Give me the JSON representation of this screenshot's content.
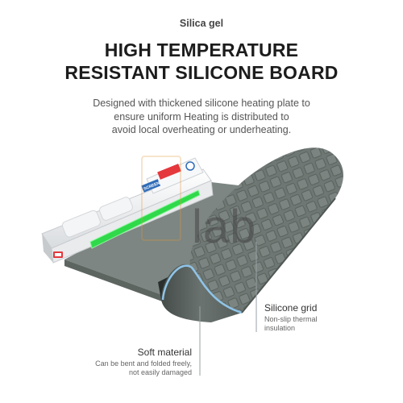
{
  "header": {
    "eyebrow": "Silica gel",
    "headline_line1": "HIGH TEMPERATURE",
    "headline_line2": "RESISTANT SILICONE BOARD",
    "desc_line1": "Designed with thickened silicone heating plate to",
    "desc_line2": "ensure uniform Heating is distributed to",
    "desc_line3": "avoid local overheating or underheating."
  },
  "device": {
    "brand_label": "SCREEN"
  },
  "watermark": {
    "text": "lab"
  },
  "callouts": {
    "grid": {
      "title": "Silicone grid",
      "sub_line1": "Non-slip thermal",
      "sub_line2": "insulation"
    },
    "soft": {
      "title": "Soft material",
      "sub_line1": "Can be bent and folded freely,",
      "sub_line2": "not easily damaged"
    }
  },
  "colors": {
    "mat": "#6f7874",
    "mat_dark": "#4f5753",
    "glow": "#2fd94a",
    "edge_blue": "#8fc4e8",
    "display_red": "#e4383d"
  }
}
